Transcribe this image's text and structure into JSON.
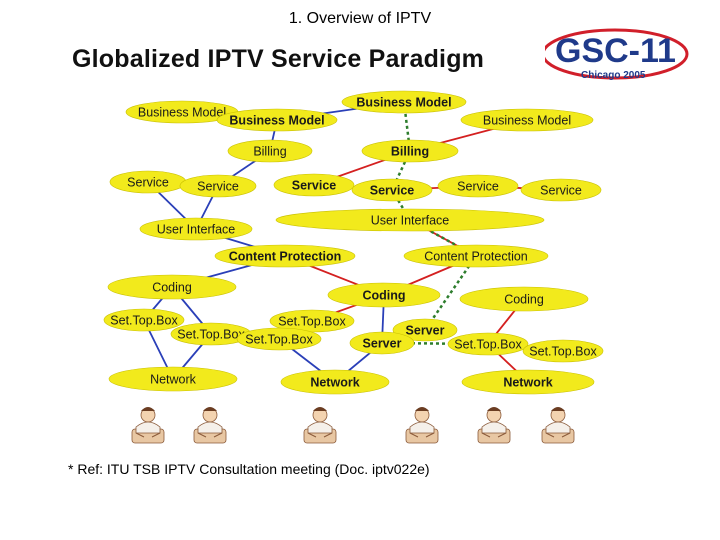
{
  "header": {
    "subtitle": "1. Overview of IPTV",
    "title": "Globalized IPTV Service Paradigm"
  },
  "logo": {
    "main": "GSC-11",
    "sub": "Chicago 2005",
    "color_primary": "#1f3a8a",
    "color_accent": "#d11f2a"
  },
  "footer": {
    "reference": "* Ref: ITU TSB IPTV Consultation meeting (Doc. iptv022e)"
  },
  "colors": {
    "node_fill": "#f2ea1c",
    "link_red": "#d42020",
    "link_blue": "#2a3fb8",
    "link_green": "#2d7d2d"
  },
  "nodes": [
    {
      "id": "bm1",
      "label": "Business Model",
      "bold": false
    },
    {
      "id": "bm2",
      "label": "Business Model",
      "bold": true
    },
    {
      "id": "bm3",
      "label": "Business Model",
      "bold": true
    },
    {
      "id": "bm4",
      "label": "Business Model",
      "bold": false
    },
    {
      "id": "bill1",
      "label": "Billing",
      "bold": false
    },
    {
      "id": "bill2",
      "label": "Billing",
      "bold": true
    },
    {
      "id": "svc1",
      "label": "Service",
      "bold": false
    },
    {
      "id": "svc2",
      "label": "Service",
      "bold": false
    },
    {
      "id": "svc3",
      "label": "Service",
      "bold": true
    },
    {
      "id": "svc4",
      "label": "Service",
      "bold": true
    },
    {
      "id": "svc5",
      "label": "Service",
      "bold": false
    },
    {
      "id": "svc6",
      "label": "Service",
      "bold": false
    },
    {
      "id": "ui1",
      "label": "User Interface",
      "bold": false
    },
    {
      "id": "ui2",
      "label": "User Interface",
      "bold": false
    },
    {
      "id": "cp1",
      "label": "Content Protection",
      "bold": true
    },
    {
      "id": "cp2",
      "label": "Content Protection",
      "bold": false
    },
    {
      "id": "cod1",
      "label": "Coding",
      "bold": false
    },
    {
      "id": "cod2",
      "label": "Coding",
      "bold": true
    },
    {
      "id": "cod3",
      "label": "Coding",
      "bold": false
    },
    {
      "id": "stb1",
      "label": "Set.Top.Box",
      "bold": false
    },
    {
      "id": "stb2",
      "label": "Set.Top.Box",
      "bold": false
    },
    {
      "id": "stb3",
      "label": "Set.Top.Box",
      "bold": false
    },
    {
      "id": "stb4",
      "label": "Set.Top.Box",
      "bold": false
    },
    {
      "id": "stb5",
      "label": "Set.Top.Box",
      "bold": false
    },
    {
      "id": "stb6",
      "label": "Set.Top.Box",
      "bold": false
    },
    {
      "id": "srv1",
      "label": "Server",
      "bold": true
    },
    {
      "id": "srv2",
      "label": "Server",
      "bold": true
    },
    {
      "id": "net1",
      "label": "Network",
      "bold": false
    },
    {
      "id": "net2",
      "label": "Network",
      "bold": true
    },
    {
      "id": "net3",
      "label": "Network",
      "bold": true
    }
  ],
  "people_count": 6
}
